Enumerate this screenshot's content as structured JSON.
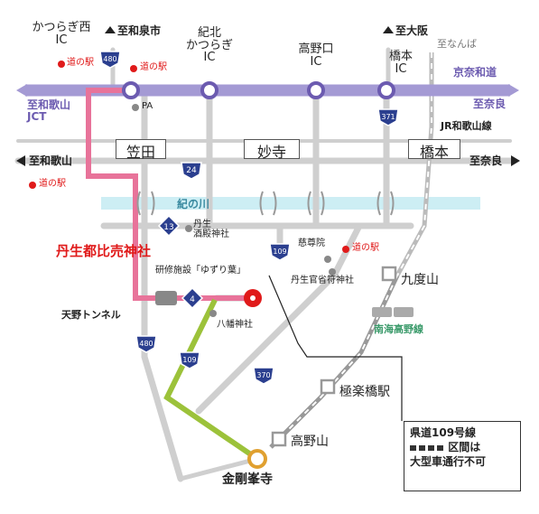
{
  "directions": {
    "wakayama_city": "至和泉市",
    "osaka": "至大阪",
    "namba": "至なんば",
    "wakayama_jct_line1": "至和歌山",
    "wakayama_jct_line2": "JCT",
    "wakayama": "至和歌山",
    "nara_top": "至奈良",
    "nara": "至奈良"
  },
  "interchanges": {
    "katsuragi_nishi_l1": "かつらぎ西",
    "katsuragi_nishi_l2": "IC",
    "kihoku_l1": "紀北",
    "kihoku_l2": "かつらぎ",
    "kihoku_l3": "IC",
    "koyaguchi_l1": "高野口",
    "koyaguchi_l2": "IC",
    "hashimoto_l1": "橋本",
    "hashimoto_l2": "IC"
  },
  "roads": {
    "expressway": "京奈和道",
    "jr_line": "JR和歌山線",
    "nankai_line": "南海高野線",
    "river": "紀の川",
    "tunnel": "天野トンネル"
  },
  "stations": {
    "kudoyama": "九度山",
    "gokurakubashi": "極楽橋駅",
    "koyasan": "高野山"
  },
  "towns": {
    "kaseda": "笠田",
    "myoji": "妙寺",
    "hashimoto": "橋本"
  },
  "pois": {
    "michinoeki_1": "道の駅",
    "michinoeki_2": "道の駅",
    "michinoeki_3": "道の駅",
    "michinoeki_4": "道の駅",
    "pa": "PA",
    "niu_sakadono_l1": "丹生",
    "niu_sakadono_l2": "酒殿神社",
    "jisonin": "慈尊院",
    "niu_kanshofu": "丹生官省符神社",
    "training_facility": "研修施設「ゆずり葉」",
    "hachiman": "八幡神社",
    "destination": "丹生都比売神社",
    "kongobuji": "金剛峯寺"
  },
  "route_numbers": {
    "r480_top": "480",
    "r371": "371",
    "r24": "24",
    "r13": "13",
    "r109_top": "109",
    "r4": "4",
    "r480_bottom": "480",
    "r109_bottom": "109",
    "r370": "370"
  },
  "legend": {
    "line1": "県道109号線",
    "line2": "区間は",
    "line3": "大型車通行不可"
  },
  "colors": {
    "expressway": "#a49ad4",
    "route_pink": "#e8739a",
    "route_green": "#9cc23a",
    "river": "#cdeef4",
    "road_gray": "#cfcfcf",
    "shield_blue": "#2b3f8f",
    "accent_red": "#e01a1a",
    "temple_orange": "#e0a030"
  }
}
